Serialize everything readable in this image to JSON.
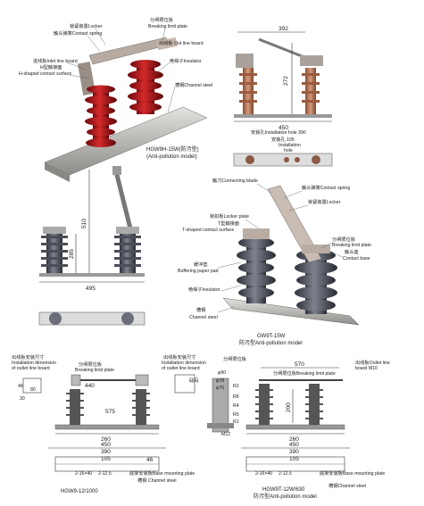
{
  "colors": {
    "insulator_red": "#b0151b",
    "insulator_gray": "#5b5f6b",
    "steel": "#b9b7b3",
    "copper": "#b9785a",
    "line": "#333333"
  },
  "top_left": {
    "labels": {
      "locker": "锁紧装置Locker",
      "breaking_limit": "分闸限位板",
      "breaking_limit_en": "Breaking limit plate",
      "contact_spring": "触头弹簧Contact spring",
      "out_line_board": "出线板 Out line board",
      "inlet_line_board": "进线板Inlet line board",
      "h_contact": "H型触接面",
      "h_contact_en": "H-shaped contact surface",
      "insulator": "绝缘子Insulator",
      "channel_steel": "槽钢Channel steel"
    },
    "caption": "HGW9H-15W(防污型)",
    "caption_en": "(Anti-pollution model)"
  },
  "top_right": {
    "dims": {
      "top": "392",
      "height": "272",
      "base": "450"
    },
    "labels": {
      "install_hole": "安装孔Installation hole 390",
      "hole_cn": "安装孔 105",
      "hole_en": "Installation",
      "hole_en2": "hole"
    }
  },
  "mid_left": {
    "dims": {
      "height": "510",
      "ins": "285",
      "base": "495"
    }
  },
  "mid_right": {
    "labels": {
      "connecting_blade": "触刀Connecting blade",
      "contact_spring": "触头弹簧Contact spring",
      "locker": "锁紧装置Locker",
      "locker_plate": "锁扣板Locker plate",
      "t_contact": "T型触接面",
      "t_contact_en": "T-shaped contact surface",
      "breaking_limit": "分闸限位板",
      "breaking_limit_en": "Breaking limit plate",
      "contact_seat": "触头座",
      "contact_base": "Contact base",
      "buffer_pad": "缓冲垫",
      "buffer_pad_en": "Buffering paper pad",
      "insulator": "绝缘子Insulator",
      "channel_steel": "槽钢",
      "channel_steel_en": "Channel steel"
    },
    "caption": "GW9T-15W",
    "caption2": "防污型Anti-pollution model"
  },
  "bottom_left": {
    "labels": {
      "outlet_dim_cn": "出线板安装尺寸",
      "outlet_dim_en": "Installation dimension",
      "outlet_dim_en2": "of outlet line board",
      "breaking_cn": "分闸限位板",
      "breaking_en": "Breaking limit plate",
      "mount_plate": "底架安装板Base mounting plate",
      "channel_steel": "槽钢 Channel steel",
      "holes": "2-16×40",
      "phi": "2-12.5",
      "model": "HGW9-12/1000"
    },
    "dims": {
      "d440": "440",
      "d575": "575",
      "d260": "260",
      "d450": "450",
      "d390": "390",
      "d105": "105",
      "d80": "80",
      "d46": "46",
      "d30": "30",
      "d46b": "46"
    }
  },
  "bottom_mid": {
    "labels": {
      "outlet_dim_cn": "出线板安装尺寸",
      "outlet_dim_en": "Installation dimension",
      "outlet_dim_en2": "of outlet line board",
      "breaking_cn": "分闸限位板",
      "phi90": "φ90",
      "phi78": "φ78",
      "phi76": "φ76",
      "r2": "R2",
      "r8": "R8",
      "r4": "R4",
      "r5": "R5",
      "r1": "R1",
      "m12": "M12",
      "fj": "砝码"
    }
  },
  "bottom_right": {
    "labels": {
      "breaking_limit": "分闸限位板Breaking limit plate",
      "outline_board": "出线板Outlet line",
      "outline_board2": "board M10",
      "mount_plate": "底架安装板Base mounting plate",
      "channel_steel": "槽钢Channel steel",
      "holes": "2-16×40",
      "phi": "2-12.5",
      "model": "HGW9T-12W/630",
      "model2": "防污型Anti-pollution model"
    },
    "dims": {
      "d570": "570",
      "d260": "260",
      "d200": "200",
      "d450": "450",
      "d390": "390",
      "d105": "105"
    }
  }
}
